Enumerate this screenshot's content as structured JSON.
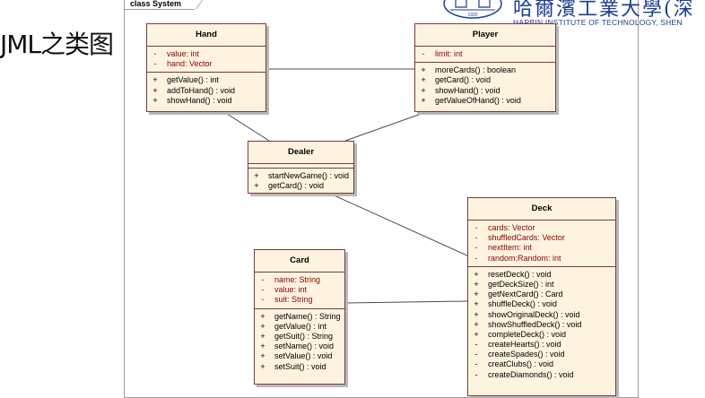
{
  "slide": {
    "title": "JML之类图"
  },
  "logo": {
    "chinese": "哈爾濱工業大學(深",
    "english": "HARBIN INSTITUTE OF TECHNOLOGY, SHEN",
    "seal_year": "1920",
    "brand_color": "#1b3f8f"
  },
  "diagram": {
    "frame_label": "class System",
    "colors": {
      "class_fill": "#fdf3df",
      "class_border": "#7b3a3a",
      "attribute_text": "#8b0000",
      "operation_text": "#000000",
      "link": "#4a4a4a"
    },
    "classes": {
      "hand": {
        "name": "Hand",
        "attributes": [
          {
            "vis": "-",
            "text": "value: int"
          },
          {
            "vis": "-",
            "text": "hand: Vector"
          }
        ],
        "operations": [
          {
            "vis": "+",
            "text": "getValue() : int"
          },
          {
            "vis": "+",
            "text": "addToHand() : void"
          },
          {
            "vis": "+",
            "text": "showHand() : void"
          }
        ]
      },
      "player": {
        "name": "Player",
        "attributes": [
          {
            "vis": "-",
            "text": "limit: int"
          }
        ],
        "operations": [
          {
            "vis": "+",
            "text": "moreCards() : boolean"
          },
          {
            "vis": "+",
            "text": "getCard() : void"
          },
          {
            "vis": "+",
            "text": "showHand() : void"
          },
          {
            "vis": "+",
            "text": "getValueOfHand() : void"
          }
        ]
      },
      "dealer": {
        "name": "Dealer",
        "attributes": [],
        "operations": [
          {
            "vis": "+",
            "text": "startNewGame() : void"
          },
          {
            "vis": "+",
            "text": "getCard() : void"
          }
        ]
      },
      "card": {
        "name": "Card",
        "attributes": [
          {
            "vis": "-",
            "text": "name: String"
          },
          {
            "vis": "-",
            "text": "value: int"
          },
          {
            "vis": "-",
            "text": "suit: String"
          }
        ],
        "operations": [
          {
            "vis": "+",
            "text": "getName() : String"
          },
          {
            "vis": "+",
            "text": "getValue() : int"
          },
          {
            "vis": "+",
            "text": "getSuit() : String"
          },
          {
            "vis": "+",
            "text": "setName() : void"
          },
          {
            "vis": "+",
            "text": "setValue() : void"
          },
          {
            "vis": "+",
            "text": "setSuit() : void"
          }
        ]
      },
      "deck": {
        "name": "Deck",
        "attributes": [
          {
            "vis": "-",
            "text": "cards: Vector"
          },
          {
            "vis": "-",
            "text": "shuffledCards: Vector"
          },
          {
            "vis": "-",
            "text": "nextItem: int"
          },
          {
            "vis": "-",
            "text": "random:Random: int"
          }
        ],
        "operations": [
          {
            "vis": "+",
            "text": "resetDeck() : void"
          },
          {
            "vis": "+",
            "text": "getDeckSize() : int"
          },
          {
            "vis": "+",
            "text": "getNextCard() : Card"
          },
          {
            "vis": "+",
            "text": "shuffleDeck() : void"
          },
          {
            "vis": "+",
            "text": "showOriginalDeck() : void"
          },
          {
            "vis": "+",
            "text": "showShuffledDeck() : void"
          },
          {
            "vis": "+",
            "text": "completeDeck() : void"
          },
          {
            "vis": "-",
            "text": "createHearts() : void"
          },
          {
            "vis": "-",
            "text": "createSpades() : void"
          },
          {
            "vis": "-",
            "text": "creatClubs() : void"
          },
          {
            "vis": "-",
            "text": "createDiamonds() : void"
          }
        ]
      }
    },
    "associations": [
      {
        "from": "hand",
        "to": "player"
      },
      {
        "from": "hand",
        "to": "dealer"
      },
      {
        "from": "player",
        "to": "dealer"
      },
      {
        "from": "dealer",
        "to": "deck"
      },
      {
        "from": "card",
        "to": "deck"
      }
    ]
  }
}
